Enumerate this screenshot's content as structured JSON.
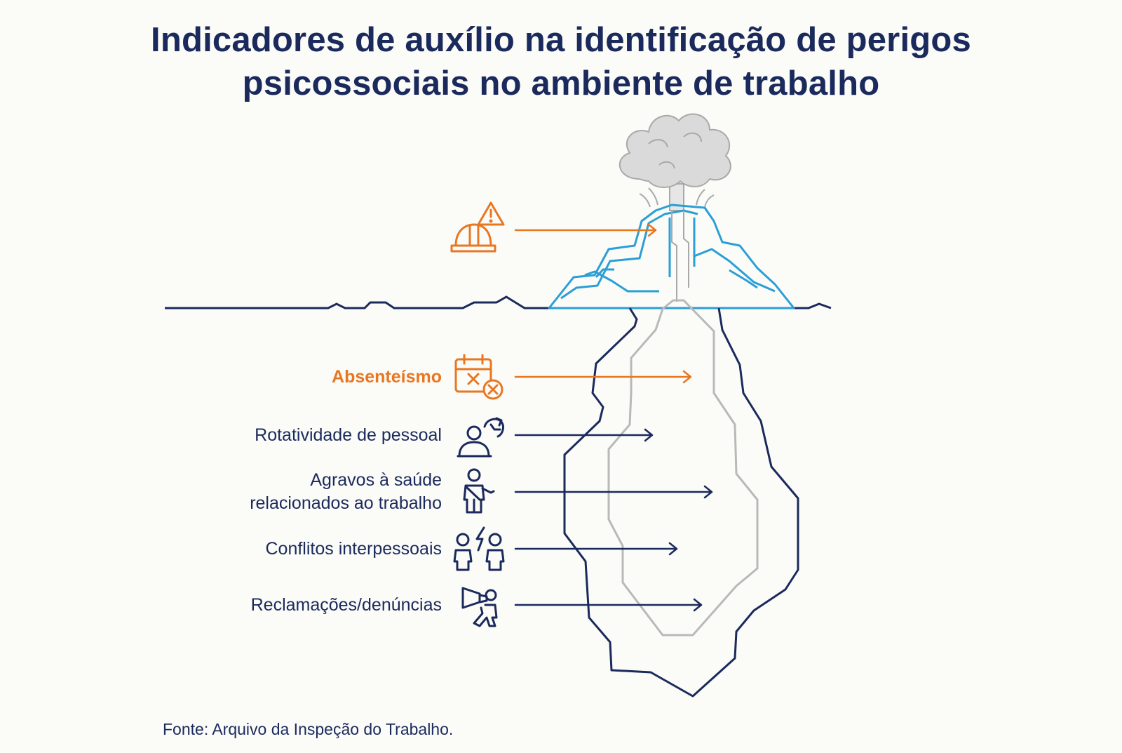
{
  "title": {
    "line1": "Indicadores de auxílio na identificação de perigos",
    "line2": "psicossociais no ambiente de trabalho"
  },
  "indicators": [
    {
      "label": "",
      "icon": "warning-hardhat-icon",
      "color": "#e87722"
    },
    {
      "label": "Absenteísmo",
      "icon": "calendar-cancel-icon",
      "color": "#e87722"
    },
    {
      "label": "Rotatividade de pessoal",
      "icon": "person-rotate-icon",
      "color": "#1b2a5c"
    },
    {
      "label_line1": "Agravos à saúde",
      "label_line2": "relacionados ao trabalho",
      "icon": "injured-person-icon",
      "color": "#1b2a5c"
    },
    {
      "label": "Conflitos interpessoais",
      "icon": "people-conflict-icon",
      "color": "#1b2a5c"
    },
    {
      "label": "Reclamações/denúncias",
      "icon": "person-megaphone-icon",
      "color": "#1b2a5c"
    }
  ],
  "source": "Fonte: Arquivo da Inspeção do Trabalho.",
  "colors": {
    "navy": "#1b2a5c",
    "orange": "#e87722",
    "ice_blue": "#2a9fd6",
    "gray": "#b9b9b9",
    "cloud": "#d6d6d6"
  }
}
